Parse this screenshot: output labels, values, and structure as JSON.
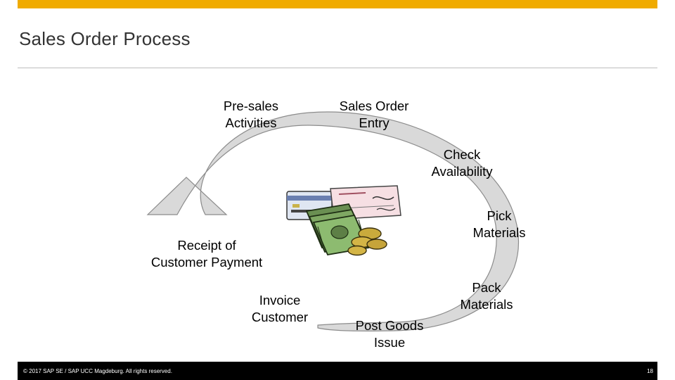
{
  "slide": {
    "title": "Sales Order Process",
    "accent_color": "#f0ab00",
    "arrow_color": "#d9d9d9"
  },
  "steps": [
    {
      "line1": "Pre-sales",
      "line2": "Activities"
    },
    {
      "line1": "Sales Order",
      "line2": "Entry"
    },
    {
      "line1": "Check",
      "line2": "Availability"
    },
    {
      "line1": "Pick",
      "line2": "Materials"
    },
    {
      "line1": "Pack",
      "line2": "Materials"
    },
    {
      "line1": "Post Goods",
      "line2": "Issue"
    },
    {
      "line1": "Invoice",
      "line2": "Customer"
    },
    {
      "line1": "Receipt of",
      "line2": "Customer Payment"
    }
  ],
  "center_image": {
    "icon": "payment-clipart-icon"
  },
  "footer": {
    "copyright": "© 2017 SAP SE / SAP UCC Magdeburg. All rights reserved.",
    "page_number": "18"
  }
}
